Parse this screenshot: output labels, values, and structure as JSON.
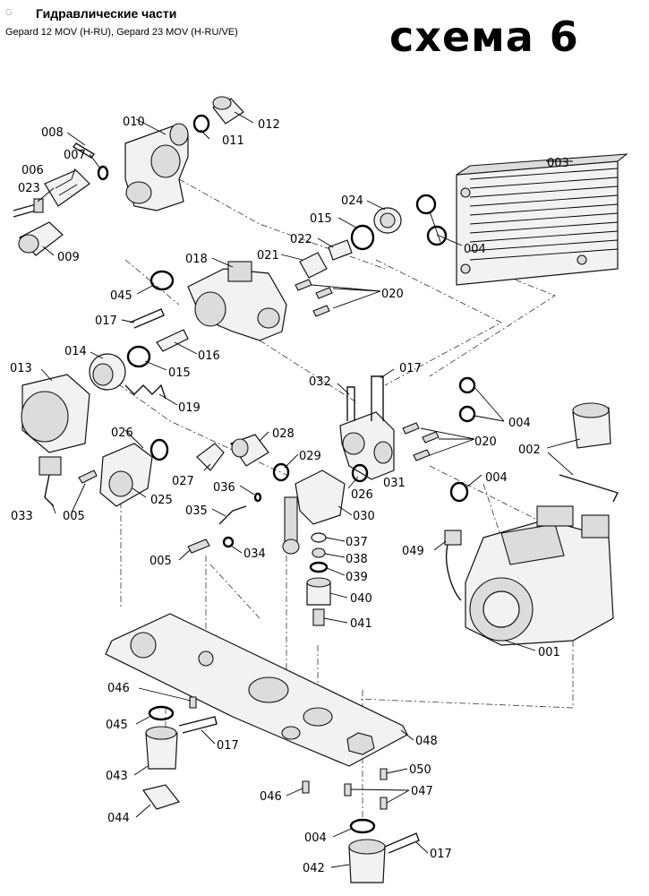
{
  "header": {
    "code": "G",
    "title": "Гидравлические части",
    "subtitle": "Gepard 12 MOV (H-RU), Gepard 23 MOV (H-RU/VE)",
    "scheme": "схема 6"
  },
  "labels": {
    "p001": "001",
    "p002": "002",
    "p003": "003",
    "p004a": "004",
    "p004b": "004",
    "p004c": "004",
    "p004d": "004",
    "p005a": "005",
    "p005b": "005",
    "p006": "006",
    "p007": "007",
    "p008": "008",
    "p009": "009",
    "p010": "010",
    "p011": "011",
    "p012": "012",
    "p013": "013",
    "p014": "014",
    "p015a": "015",
    "p015b": "015",
    "p016": "016",
    "p017a": "017",
    "p017b": "017",
    "p017c": "017",
    "p017d": "017",
    "p018": "018",
    "p019": "019",
    "p020a": "020",
    "p020b": "020",
    "p021": "021",
    "p022": "022",
    "p023": "023",
    "p024": "024",
    "p025": "025",
    "p026a": "026",
    "p026b": "026",
    "p027": "027",
    "p028": "028",
    "p029": "029",
    "p030": "030",
    "p031": "031",
    "p032": "032",
    "p033": "033",
    "p034": "034",
    "p035": "035",
    "p036": "036",
    "p037": "037",
    "p038": "038",
    "p039": "039",
    "p040": "040",
    "p041": "041",
    "p042": "042",
    "p043": "043",
    "p044": "044",
    "p045a": "045",
    "p045b": "045",
    "p046a": "046",
    "p046b": "046",
    "p047": "047",
    "p048": "048",
    "p049": "049",
    "p050": "050"
  }
}
